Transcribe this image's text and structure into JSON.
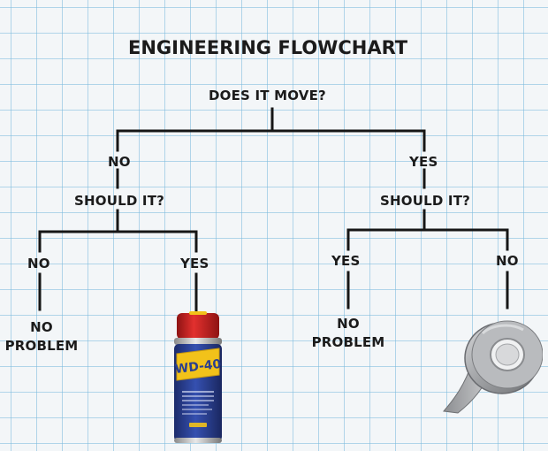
{
  "title": "ENGINEERING FLOWCHART",
  "root": {
    "question": "DOES IT MOVE?"
  },
  "left_branch": {
    "answer": "NO",
    "question": "SHOULD IT?",
    "no": {
      "answer": "NO",
      "result": "NO PROBLEM"
    },
    "yes": {
      "answer": "YES",
      "result_item": "wd40-can"
    }
  },
  "right_branch": {
    "answer": "YES",
    "question": "SHOULD IT?",
    "yes": {
      "answer": "YES",
      "result": "NO PROBLEM"
    },
    "no": {
      "answer": "NO",
      "result_item": "duct-tape-roll"
    }
  },
  "wd40_can": {
    "brand": "WD-40"
  },
  "colors": {
    "grid_line": "#78b9dc",
    "paper": "#f3f6f8",
    "ink": "#1b1b1b",
    "can_blue": "#2a3f8f",
    "can_yellow": "#f2c21a",
    "cap_red": "#d0201f",
    "tape_gray": "#a8aaad"
  }
}
